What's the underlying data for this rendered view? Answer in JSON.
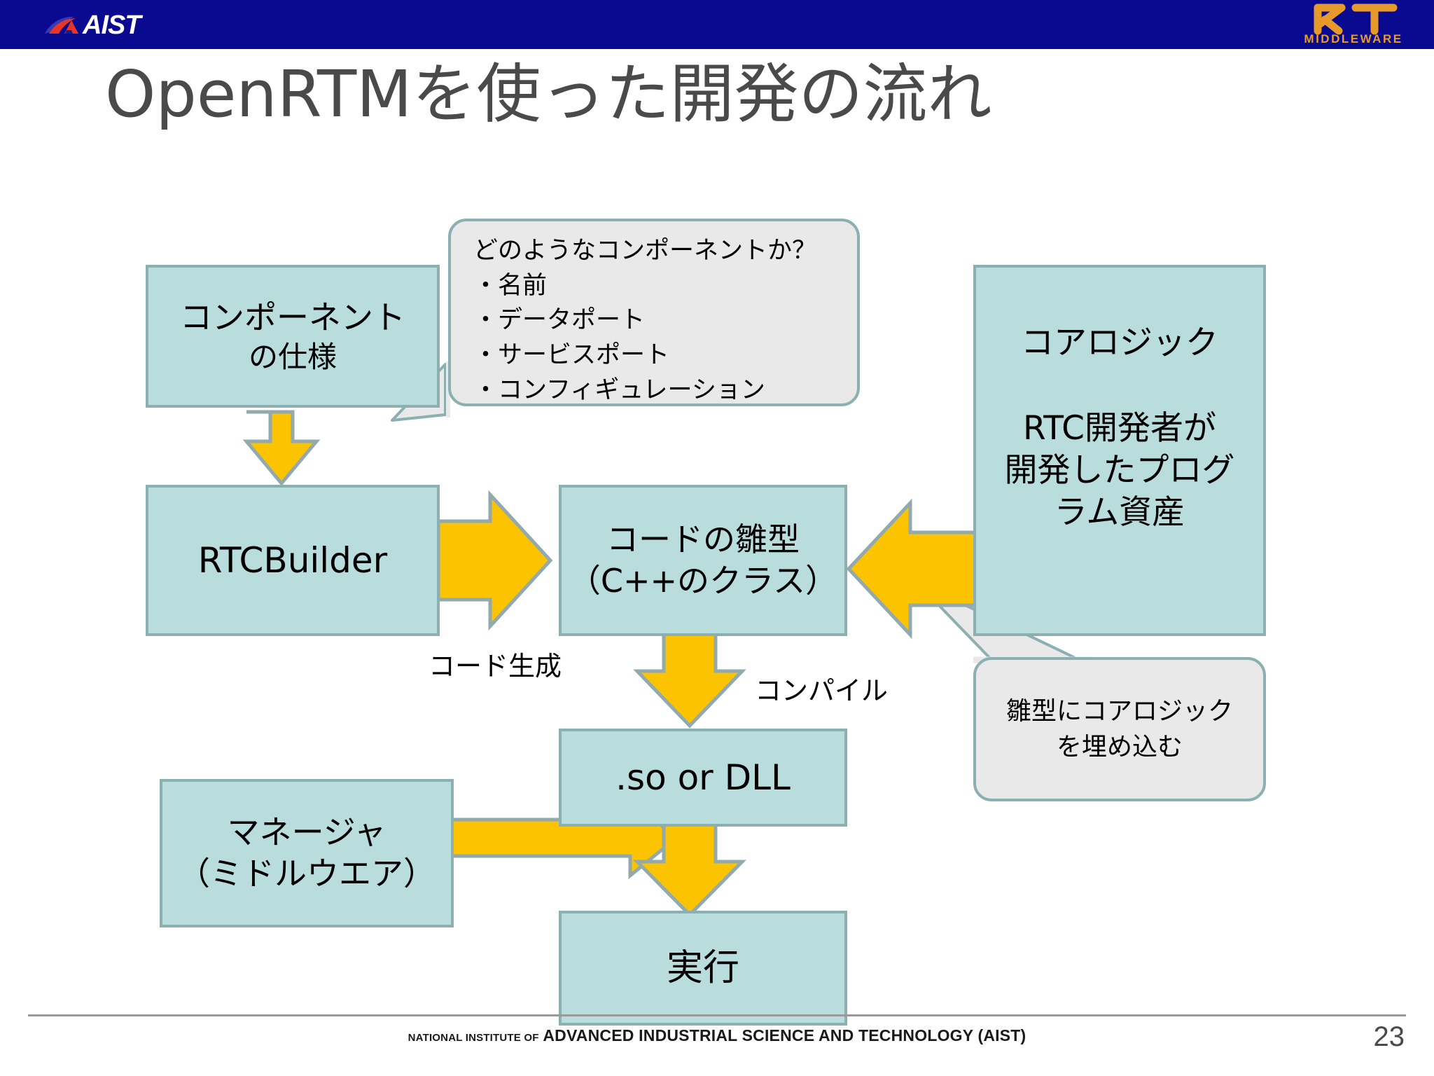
{
  "header": {
    "bar_color": "#0a0a91",
    "aist_logo_text": "AIST",
    "aist_logo_name": "aist-logo",
    "rt_logo_text": "RT",
    "rt_logo_subtitle": "MIDDLEWARE",
    "rt_logo_color": "#e8992c"
  },
  "title": "OpenRTMを使った開発の流れ",
  "theme": {
    "box_fill": "#b9dcdd",
    "box_border": "#8cb0b2",
    "callout_fill": "#e9e9e9",
    "arrow_fill": "#fcc400",
    "arrow_border": "#92a9ae",
    "title_color": "#4a4a4a"
  },
  "boxes": {
    "component_spec": {
      "line1": "コンポーネント",
      "line2": "の仕様"
    },
    "rtc_builder": {
      "label": "RTCBuilder"
    },
    "code_template": {
      "line1": "コードの雛型",
      "line2": "（C++のクラス）"
    },
    "core_logic": {
      "line1": "コアロジック",
      "line2": "RTC開発者が",
      "line3": "開発したプログ",
      "line4": "ラム資産"
    },
    "so_or_dll": {
      "label": ".so or DLL"
    },
    "manager": {
      "line1": "マネージャ",
      "line2": "（ミドルウエア）"
    },
    "execute": {
      "label": "実行"
    }
  },
  "callouts": {
    "spec_details": {
      "heading": "どのようなコンポーネントか？",
      "items": [
        "・名前",
        "・データポート",
        "・サービスポート",
        "・コンフィギュレーション"
      ]
    },
    "embed_core_logic": {
      "line1": "雛型にコアロジック",
      "line2": "を埋め込む"
    }
  },
  "edge_labels": {
    "code_generation": "コード生成",
    "compile": "コンパイル"
  },
  "footer": {
    "prefix": "NATIONAL INSTITUTE OF",
    "main": "ADVANCED INDUSTRIAL SCIENCE AND TECHNOLOGY (AIST)",
    "page_number": "23"
  }
}
